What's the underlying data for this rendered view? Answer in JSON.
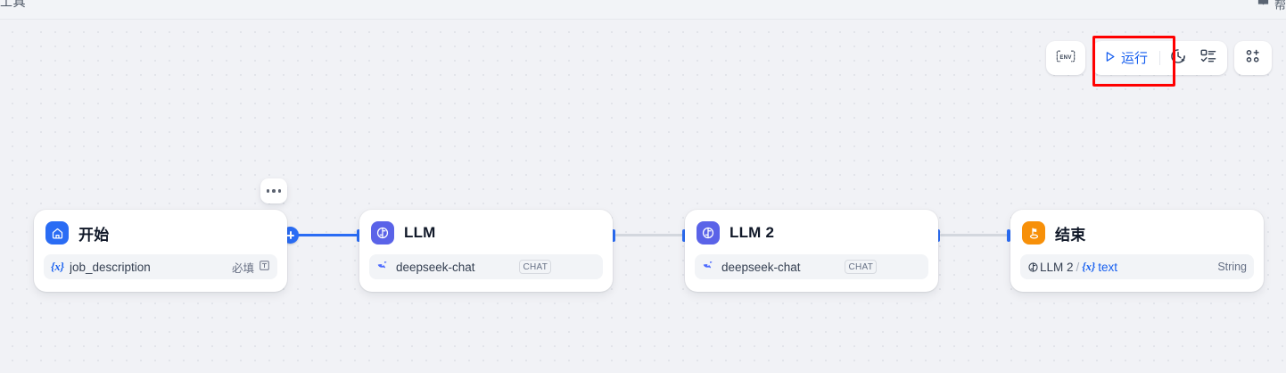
{
  "header": {
    "left_tab": "工具",
    "right_label": "帮",
    "book_icon": "book-icon"
  },
  "toolbar": {
    "env_label": "ENV",
    "env_icon": "env-icon",
    "run_label": "运行",
    "run_play_icon": "play-triangle-icon",
    "history_icon": "run-history-clock-icon",
    "checklist_icon": "checklist-icon",
    "features_icon": "add-features-icon",
    "accent_color": "#155eef",
    "annotation_color": "#ff0000"
  },
  "canvas": {
    "background_color": "#f1f2f6",
    "dot_color": "#e2e4ea",
    "node_menu_icon": "ellipsis-icon"
  },
  "nodes": [
    {
      "id": "start",
      "title": "开始",
      "icon": "home-icon",
      "icon_bg": "#2a6cf4",
      "row": {
        "var_prefix": "{x}",
        "label": "job_description",
        "right_text": "必填",
        "right_icon": "text-type-icon"
      }
    },
    {
      "id": "llm1",
      "title": "LLM",
      "icon": "llm-circle-icon",
      "icon_bg": "#5a63e8",
      "row": {
        "provider_icon": "deepseek-whale-icon",
        "label": "deepseek-chat",
        "badge": "CHAT"
      }
    },
    {
      "id": "llm2",
      "title": "LLM 2",
      "icon": "llm-circle-icon",
      "icon_bg": "#5a63e8",
      "row": {
        "provider_icon": "deepseek-whale-icon",
        "label": "deepseek-chat",
        "badge": "CHAT"
      }
    },
    {
      "id": "end",
      "title": "结束",
      "icon": "end-flag-icon",
      "icon_bg": "#f79009",
      "row": {
        "source_icon": "llm-circle-icon",
        "source_node": "LLM 2",
        "separator": "/",
        "var_prefix": "{x}",
        "var_name": "text",
        "type_label": "String"
      }
    }
  ]
}
